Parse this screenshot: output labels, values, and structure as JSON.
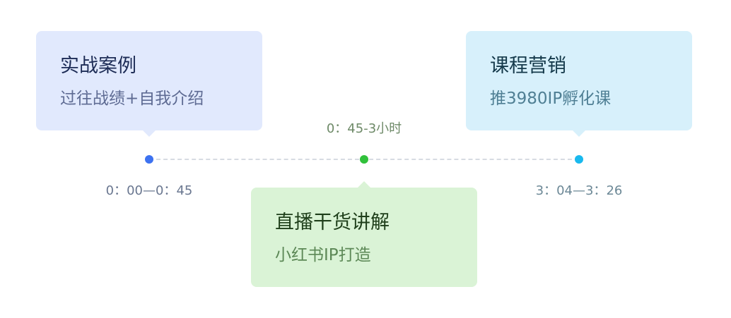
{
  "timeline": {
    "stages": [
      {
        "title": "实战案例",
        "subtitle": "过往战绩+自我介绍",
        "time": "0：00—0：45",
        "color": "#3d72f0",
        "card_color": "#e1e9fd"
      },
      {
        "title": "直播干货讲解",
        "subtitle": "小红书IP打造",
        "time": "0：45-3小时",
        "color": "#31c13b",
        "card_color": "#daf3d6"
      },
      {
        "title": "课程营销",
        "subtitle": "推3980IP孵化课",
        "time": "3：04—3：26",
        "color": "#19b9ee",
        "card_color": "#d7f0fb"
      }
    ]
  }
}
